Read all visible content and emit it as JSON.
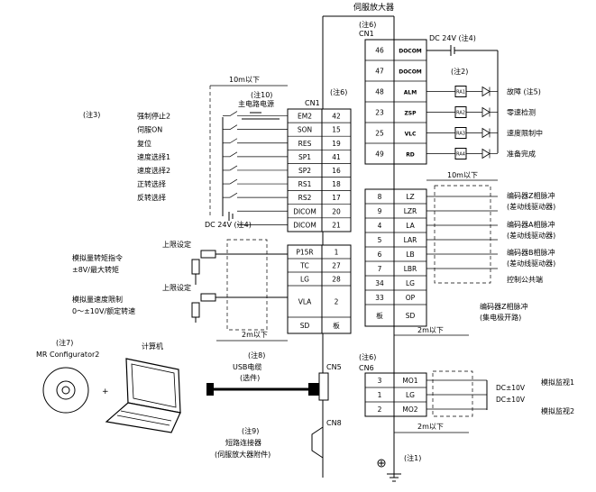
{
  "title": "伺服放大器",
  "cn1_left": {
    "label": "CN1",
    "note": "(注6)",
    "distance": "10m以下",
    "power_label": "主电路电源",
    "power_note": "(注10)",
    "dc24v": "DC 24V (注4)",
    "note3": "(注3)",
    "pins": [
      {
        "name": "EM2",
        "num": "42",
        "label": "强制停止2"
      },
      {
        "name": "SON",
        "num": "15",
        "label": "伺服ON"
      },
      {
        "name": "RES",
        "num": "19",
        "label": "复位"
      },
      {
        "name": "SP1",
        "num": "41",
        "label": "速度选择1"
      },
      {
        "name": "SP2",
        "num": "16",
        "label": "速度选择2"
      },
      {
        "name": "RS1",
        "num": "18",
        "label": "正转选择"
      },
      {
        "name": "RS2",
        "num": "17",
        "label": "反转选择"
      },
      {
        "name": "DICOM",
        "num": "20",
        "label": ""
      },
      {
        "name": "DICOM",
        "num": "21",
        "label": ""
      }
    ]
  },
  "cn1_analog": {
    "pins": [
      {
        "name": "P15R",
        "num": "1"
      },
      {
        "name": "TC",
        "num": "27"
      },
      {
        "name": "LG",
        "num": "28"
      },
      {
        "name": "VLA",
        "num": "2"
      },
      {
        "name": "SD",
        "num": "板"
      }
    ],
    "upper_limit": "上限设定",
    "torque_cmd_1": "模拟量转矩指令",
    "torque_cmd_2": "±8V/最大转矩",
    "speed_limit_1": "模拟量速度限制",
    "speed_limit_2": "0～±10V/额定转速",
    "distance": "2m以下"
  },
  "cn1_right": {
    "label": "CN1",
    "note": "(注6)",
    "dc24v": "DC 24V (注4)",
    "note2": "(注2)",
    "ra_labels": [
      "RA1",
      "RA2",
      "RA3",
      "RA4"
    ],
    "pins": [
      {
        "num": "46",
        "name": "DOCOM",
        "label": ""
      },
      {
        "num": "47",
        "name": "DOCOM",
        "label": ""
      },
      {
        "num": "48",
        "name": "ALM",
        "label": "故障 (注5)"
      },
      {
        "num": "23",
        "name": "ZSP",
        "label": "零速检测"
      },
      {
        "num": "25",
        "name": "VLC",
        "label": "速度限制中"
      },
      {
        "num": "49",
        "name": "RD",
        "label": "准备完成"
      }
    ],
    "distance": "10m以下"
  },
  "encoder": {
    "pins": [
      {
        "num": "8",
        "name": "LZ"
      },
      {
        "num": "9",
        "name": "LZR"
      },
      {
        "num": "4",
        "name": "LA"
      },
      {
        "num": "5",
        "name": "LAR"
      },
      {
        "num": "6",
        "name": "LB"
      },
      {
        "num": "7",
        "name": "LBR"
      },
      {
        "num": "34",
        "name": "LG"
      },
      {
        "num": "33",
        "name": "OP"
      },
      {
        "num": "板",
        "name": "SD"
      }
    ],
    "labels": [
      "编码器Z相脉冲",
      "(差动线驱动器)",
      "编码器A相脉冲",
      "(差动线驱动器)",
      "编码器B相脉冲",
      "(差动线驱动器)",
      "控制公共端",
      "编码器Z相脉冲",
      "(集电极开路)"
    ],
    "distance": "2m以下"
  },
  "pc": {
    "note": "(注7)",
    "software": "MR Configurator2",
    "computer": "计算机",
    "plus": "+",
    "usb_note": "(注8)",
    "usb_cable": "USB电缆",
    "usb_option": "(选件)",
    "cn5": "CN5",
    "cn8": "CN8",
    "short_note": "(注9)",
    "short_connector": "短路连接器",
    "short_accessory": "(伺服放大器附件)"
  },
  "cn6": {
    "note": "(注6)",
    "label": "CN6",
    "pins": [
      {
        "num": "3",
        "name": "MO1"
      },
      {
        "num": "1",
        "name": "LG"
      },
      {
        "num": "2",
        "name": "MO2"
      }
    ],
    "dc1": "DC±10V",
    "dc2": "DC±10V",
    "monitor1": "模拟监视1",
    "monitor2": "模拟监视2",
    "distance": "2m以下"
  },
  "ground_note": "(注1)"
}
